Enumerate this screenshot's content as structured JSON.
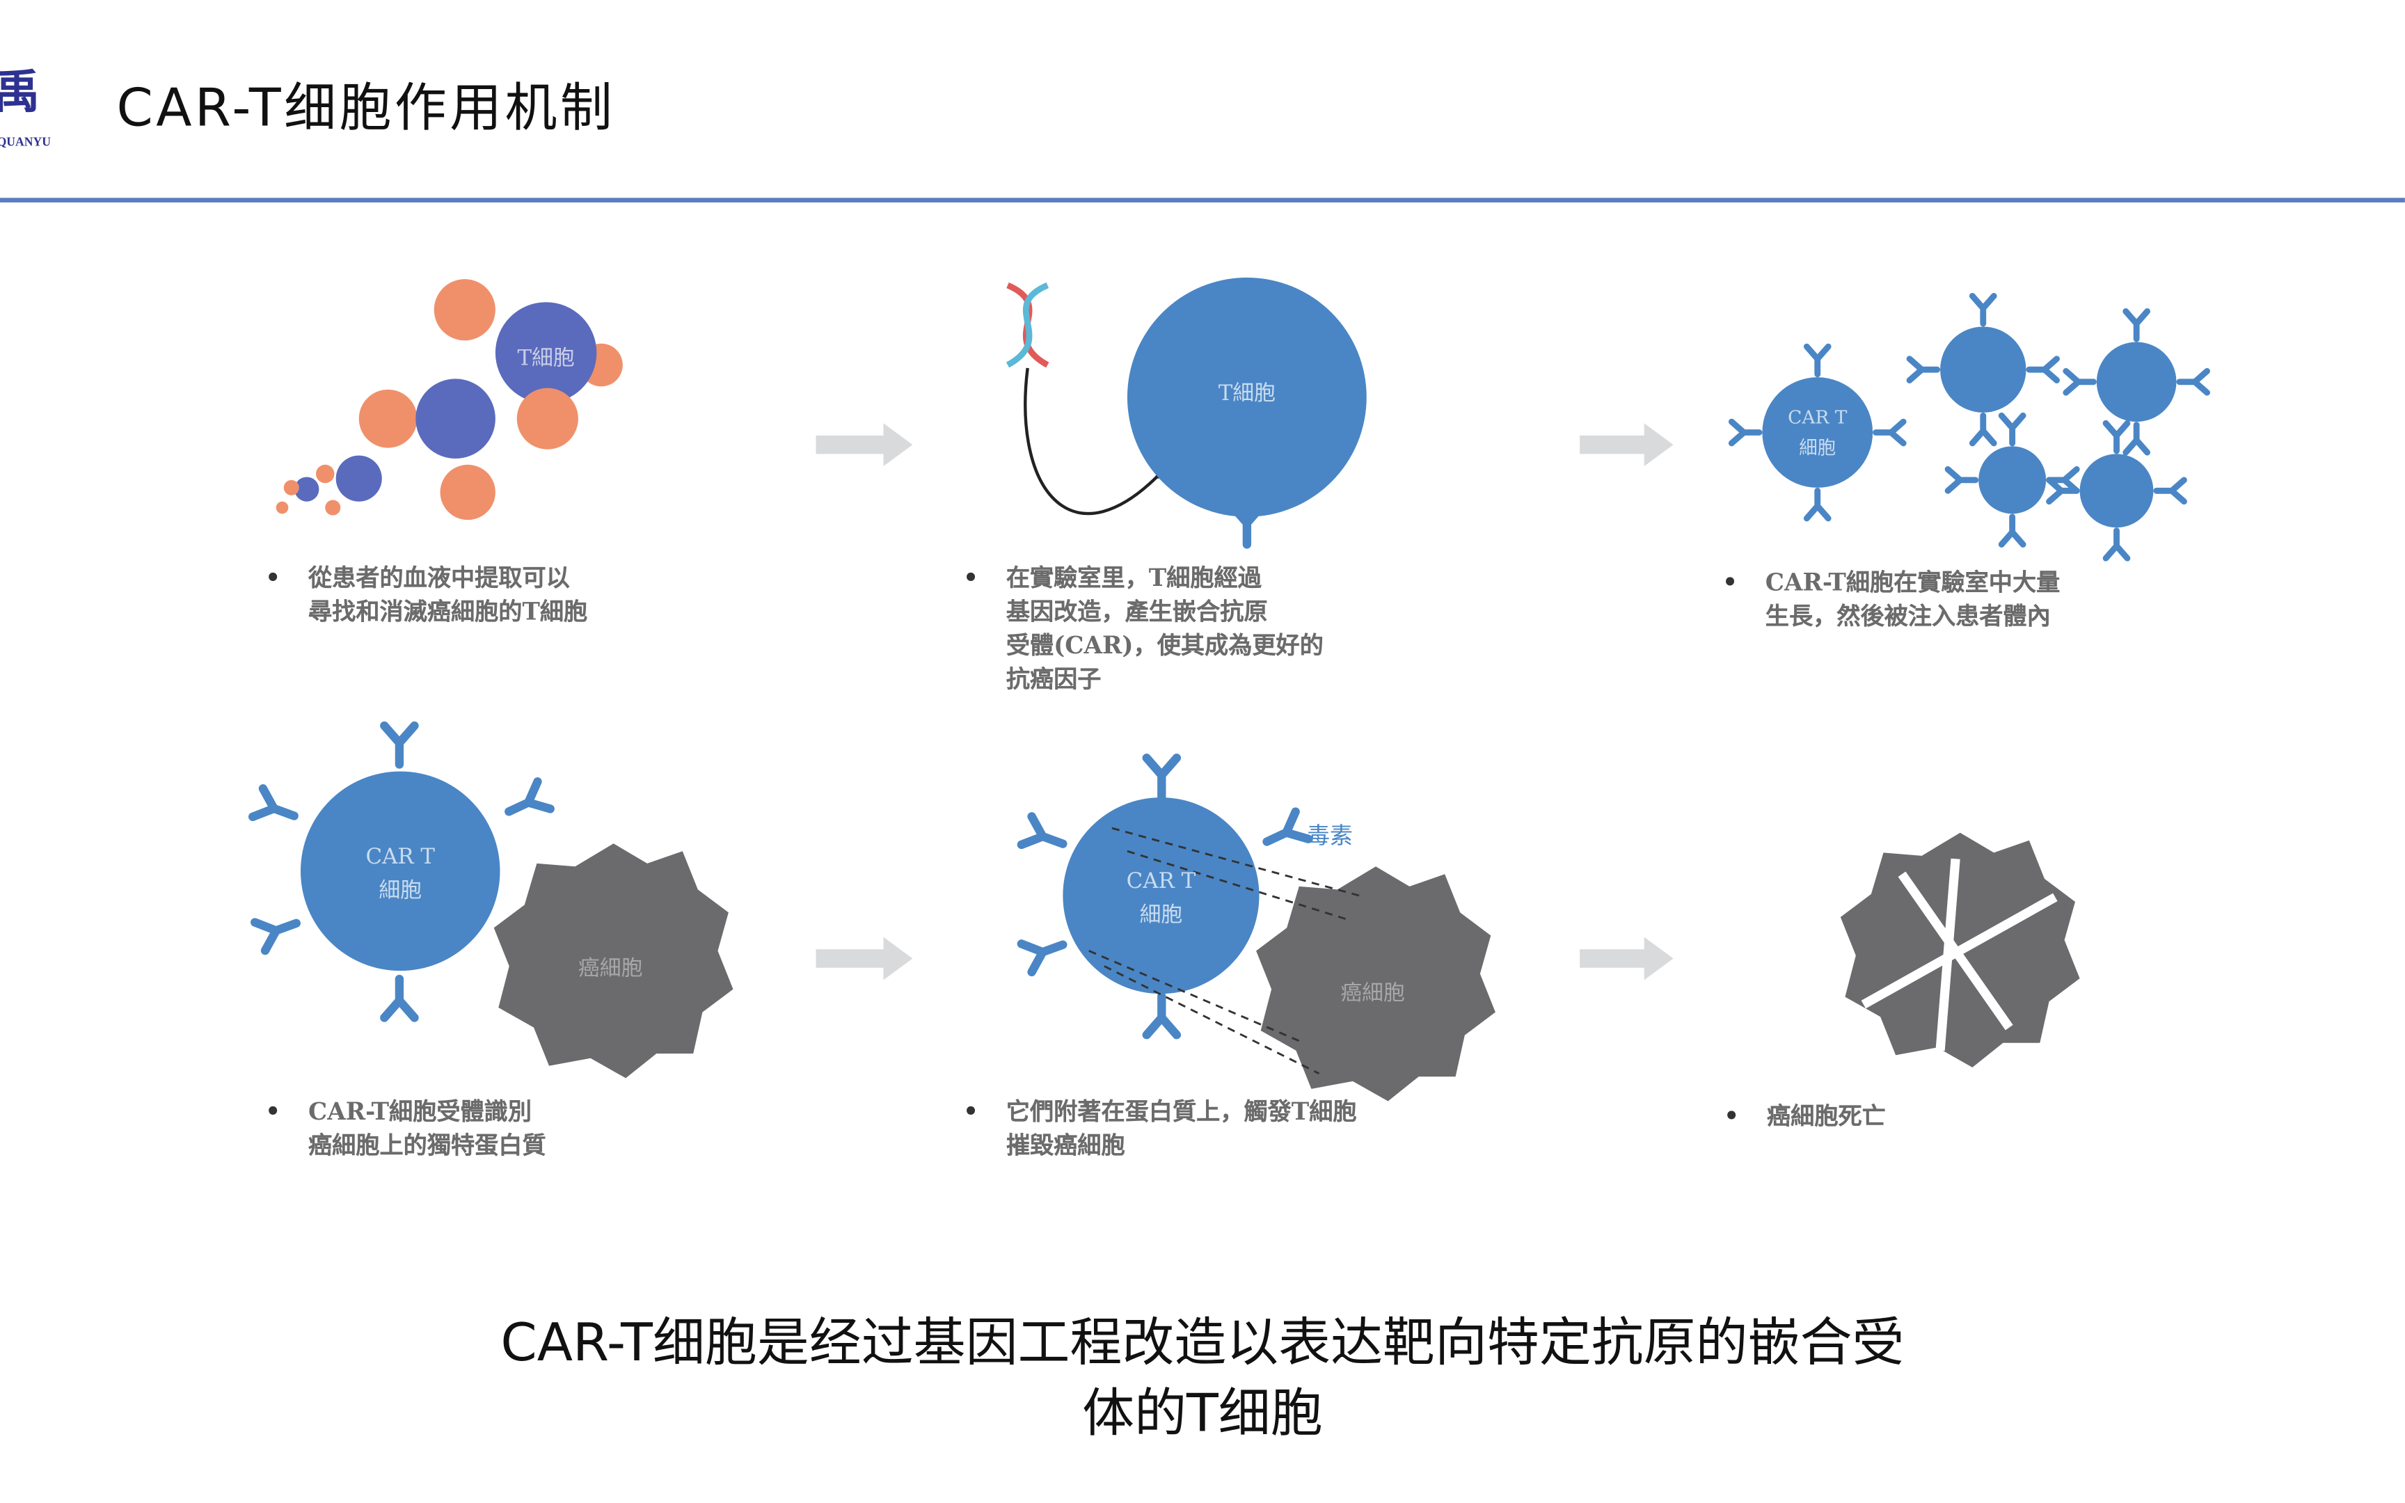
{
  "header": {
    "logo_char": "禹",
    "logo_sub": "QUANYU",
    "title": "CAR-T细胞作用机制",
    "accent_color": "#5b7cc0"
  },
  "diagram": {
    "labels": {
      "t_cell": "T細胞",
      "car_t": "CAR T",
      "car_t_cell": "細胞",
      "cancer_cell": "癌細胞",
      "toxin": "毒素"
    },
    "steps": [
      {
        "lines": [
          "從患者的血液中提取可以",
          "尋找和消滅癌細胞的T細胞"
        ]
      },
      {
        "lines": [
          "在實驗室里，T細胞經過",
          "基因改造，產生嵌合抗原",
          "受體(CAR)，使其成為更好的",
          "抗癌因子"
        ]
      },
      {
        "lines": [
          "CAR-T細胞在實驗室中大量",
          "生長，然後被注入患者體內"
        ]
      },
      {
        "lines": [
          "CAR-T細胞受體識別",
          "癌細胞上的獨特蛋白質"
        ]
      },
      {
        "lines": [
          "它們附著在蛋白質上，觸發T細胞",
          "摧毀癌細胞"
        ]
      },
      {
        "lines": [
          "癌細胞死亡"
        ]
      }
    ],
    "colors": {
      "blue": "#4a86c5",
      "orange": "#f0906a",
      "purple": "#5a6bbd",
      "gray": "#6b6b6e",
      "arrow": "#d9dadc"
    }
  },
  "subtitle": {
    "line1": "CAR-T细胞是经过基因工程改造以表达靶向特定抗原的嵌合受",
    "line2": "体的T细胞"
  }
}
